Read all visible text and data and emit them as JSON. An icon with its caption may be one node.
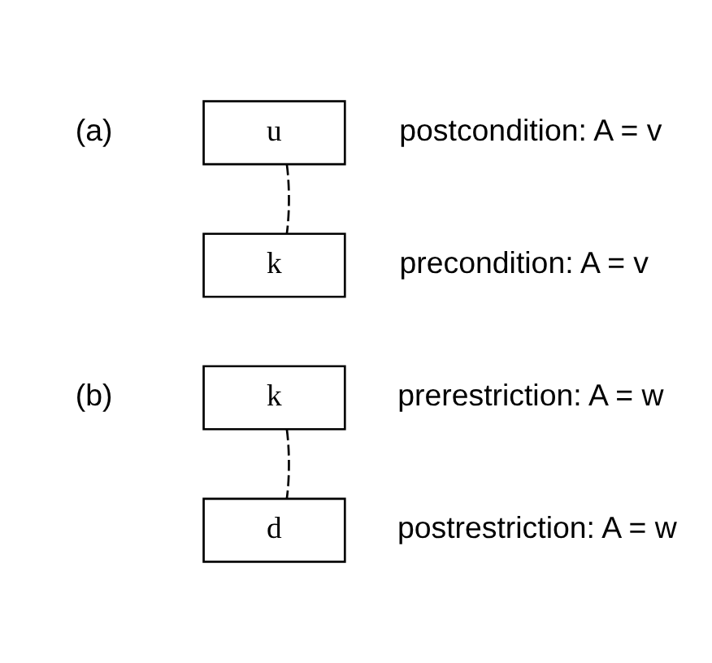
{
  "diagram": {
    "nodes": [
      {
        "text": [
          "u"
        ],
        "beside": [
          "postcondition: A = v"
        ]
      },
      {
        "text": [
          "k"
        ],
        "beside": [
          "precondition: A = v"
        ]
      },
      {
        "text": [
          "k"
        ],
        "beside": [
          "prerestriction: A = w"
        ]
      },
      {
        "text": [
          "d"
        ],
        "beside": [
          "postrestriction: A = w"
        ]
      }
    ],
    "edges": [
      {
        "from": 0,
        "to": 1,
        "arrow": "none",
        "style": "dashed"
      },
      {
        "from": 2,
        "to": 3,
        "arrow": "none",
        "style": "dashed"
      }
    ],
    "labels": [
      "(a)",
      "(b)"
    ]
  }
}
